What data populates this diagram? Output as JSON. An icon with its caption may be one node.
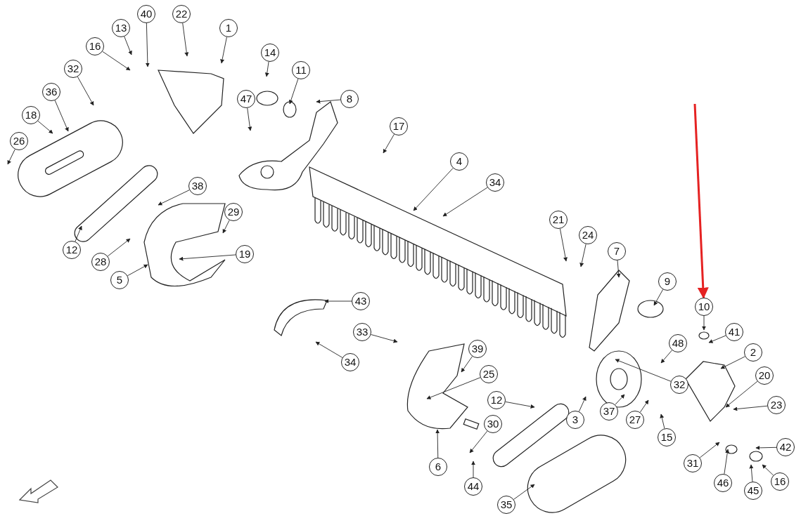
{
  "diagram": {
    "nodes": [
      {
        "text": [
          "40"
        ]
      },
      {
        "text": [
          "22"
        ]
      },
      {
        "text": [
          "1"
        ]
      },
      {
        "text": [
          "13"
        ]
      },
      {
        "text": [
          "16"
        ]
      },
      {
        "text": [
          "14"
        ]
      },
      {
        "text": [
          "11"
        ]
      },
      {
        "text": [
          "32"
        ]
      },
      {
        "text": [
          "36"
        ]
      },
      {
        "text": [
          "47"
        ]
      },
      {
        "text": [
          "8"
        ]
      },
      {
        "text": [
          "18"
        ]
      },
      {
        "text": [
          "17"
        ]
      },
      {
        "text": [
          "26"
        ]
      },
      {
        "text": [
          "4"
        ]
      },
      {
        "text": [
          "34"
        ]
      },
      {
        "text": [
          "38"
        ]
      },
      {
        "text": [
          "29"
        ]
      },
      {
        "text": [
          "21"
        ]
      },
      {
        "text": [
          "24"
        ]
      },
      {
        "text": [
          "12"
        ]
      },
      {
        "text": [
          "7"
        ]
      },
      {
        "text": [
          "19"
        ]
      },
      {
        "text": [
          "28"
        ]
      },
      {
        "text": [
          "5"
        ]
      },
      {
        "text": [
          "9"
        ]
      },
      {
        "text": [
          "43"
        ]
      },
      {
        "text": [
          "10"
        ]
      },
      {
        "text": [
          "41"
        ]
      },
      {
        "text": [
          "33"
        ]
      },
      {
        "text": [
          "48"
        ]
      },
      {
        "text": [
          "39"
        ]
      },
      {
        "text": [
          "2"
        ]
      },
      {
        "text": [
          "34"
        ]
      },
      {
        "text": [
          "25"
        ]
      },
      {
        "text": [
          "32"
        ]
      },
      {
        "text": [
          "20"
        ]
      },
      {
        "text": [
          "12"
        ]
      },
      {
        "text": [
          "23"
        ]
      },
      {
        "text": [
          "37"
        ]
      },
      {
        "text": [
          "3"
        ]
      },
      {
        "text": [
          "27"
        ]
      },
      {
        "text": [
          "15"
        ]
      },
      {
        "text": [
          "30"
        ]
      },
      {
        "text": [
          "42"
        ]
      },
      {
        "text": [
          "31"
        ]
      },
      {
        "text": [
          "6"
        ]
      },
      {
        "text": [
          "44"
        ]
      },
      {
        "text": [
          "46"
        ]
      },
      {
        "text": [
          "16"
        ]
      },
      {
        "text": [
          "45"
        ]
      },
      {
        "text": [
          "35"
        ]
      }
    ],
    "edges": [
      {
        "from": 0,
        "to": null,
        "arrow": "to"
      },
      {
        "from": 1,
        "to": null,
        "arrow": "to"
      },
      {
        "from": 2,
        "to": null,
        "arrow": "to"
      },
      {
        "from": 3,
        "to": null,
        "arrow": "to"
      },
      {
        "from": 4,
        "to": null,
        "arrow": "to"
      },
      {
        "from": 5,
        "to": null,
        "arrow": "to"
      },
      {
        "from": 6,
        "to": null,
        "arrow": "to"
      },
      {
        "from": 7,
        "to": null,
        "arrow": "to"
      },
      {
        "from": 8,
        "to": null,
        "arrow": "to"
      },
      {
        "from": 9,
        "to": null,
        "arrow": "to"
      },
      {
        "from": 10,
        "to": null,
        "arrow": "to"
      },
      {
        "from": 11,
        "to": null,
        "arrow": "to"
      },
      {
        "from": 12,
        "to": null,
        "arrow": "to"
      },
      {
        "from": 13,
        "to": null,
        "arrow": "to"
      },
      {
        "from": 14,
        "to": null,
        "arrow": "to"
      },
      {
        "from": 15,
        "to": null,
        "arrow": "to"
      },
      {
        "from": 16,
        "to": null,
        "arrow": "to"
      },
      {
        "from": 17,
        "to": null,
        "arrow": "to"
      },
      {
        "from": 18,
        "to": null,
        "arrow": "to"
      },
      {
        "from": 19,
        "to": null,
        "arrow": "to"
      },
      {
        "from": 20,
        "to": null,
        "arrow": "to"
      },
      {
        "from": 21,
        "to": null,
        "arrow": "to"
      },
      {
        "from": 22,
        "to": null,
        "arrow": "to"
      },
      {
        "from": 23,
        "to": null,
        "arrow": "to"
      },
      {
        "from": 24,
        "to": null,
        "arrow": "to"
      },
      {
        "from": 25,
        "to": null,
        "arrow": "to"
      },
      {
        "from": 26,
        "to": null,
        "arrow": "to"
      },
      {
        "from": 27,
        "to": null,
        "arrow": "to"
      },
      {
        "from": 28,
        "to": null,
        "arrow": "to"
      },
      {
        "from": 29,
        "to": null,
        "arrow": "to"
      },
      {
        "from": 30,
        "to": null,
        "arrow": "to"
      },
      {
        "from": 31,
        "to": null,
        "arrow": "to"
      },
      {
        "from": 32,
        "to": null,
        "arrow": "to"
      },
      {
        "from": 33,
        "to": null,
        "arrow": "to"
      },
      {
        "from": 34,
        "to": null,
        "arrow": "to"
      },
      {
        "from": 35,
        "to": null,
        "arrow": "to"
      },
      {
        "from": 36,
        "to": null,
        "arrow": "to"
      },
      {
        "from": 37,
        "to": null,
        "arrow": "to"
      },
      {
        "from": 38,
        "to": null,
        "arrow": "to"
      },
      {
        "from": 39,
        "to": null,
        "arrow": "to"
      },
      {
        "from": 40,
        "to": null,
        "arrow": "to"
      },
      {
        "from": 41,
        "to": null,
        "arrow": "to"
      },
      {
        "from": 42,
        "to": null,
        "arrow": "to"
      },
      {
        "from": 43,
        "to": null,
        "arrow": "to"
      },
      {
        "from": 44,
        "to": null,
        "arrow": "to"
      },
      {
        "from": 45,
        "to": null,
        "arrow": "to"
      },
      {
        "from": 46,
        "to": null,
        "arrow": "to"
      },
      {
        "from": 47,
        "to": null,
        "arrow": "to"
      },
      {
        "from": 48,
        "to": null,
        "arrow": "to"
      },
      {
        "from": 49,
        "to": null,
        "arrow": "to"
      },
      {
        "from": 50,
        "to": null,
        "arrow": "to"
      },
      {
        "from": 51,
        "to": null,
        "arrow": "to"
      },
      {
        "from": null,
        "to": 27,
        "arrow": "to",
        "style": "thick",
        "color": "#e52222"
      }
    ]
  }
}
